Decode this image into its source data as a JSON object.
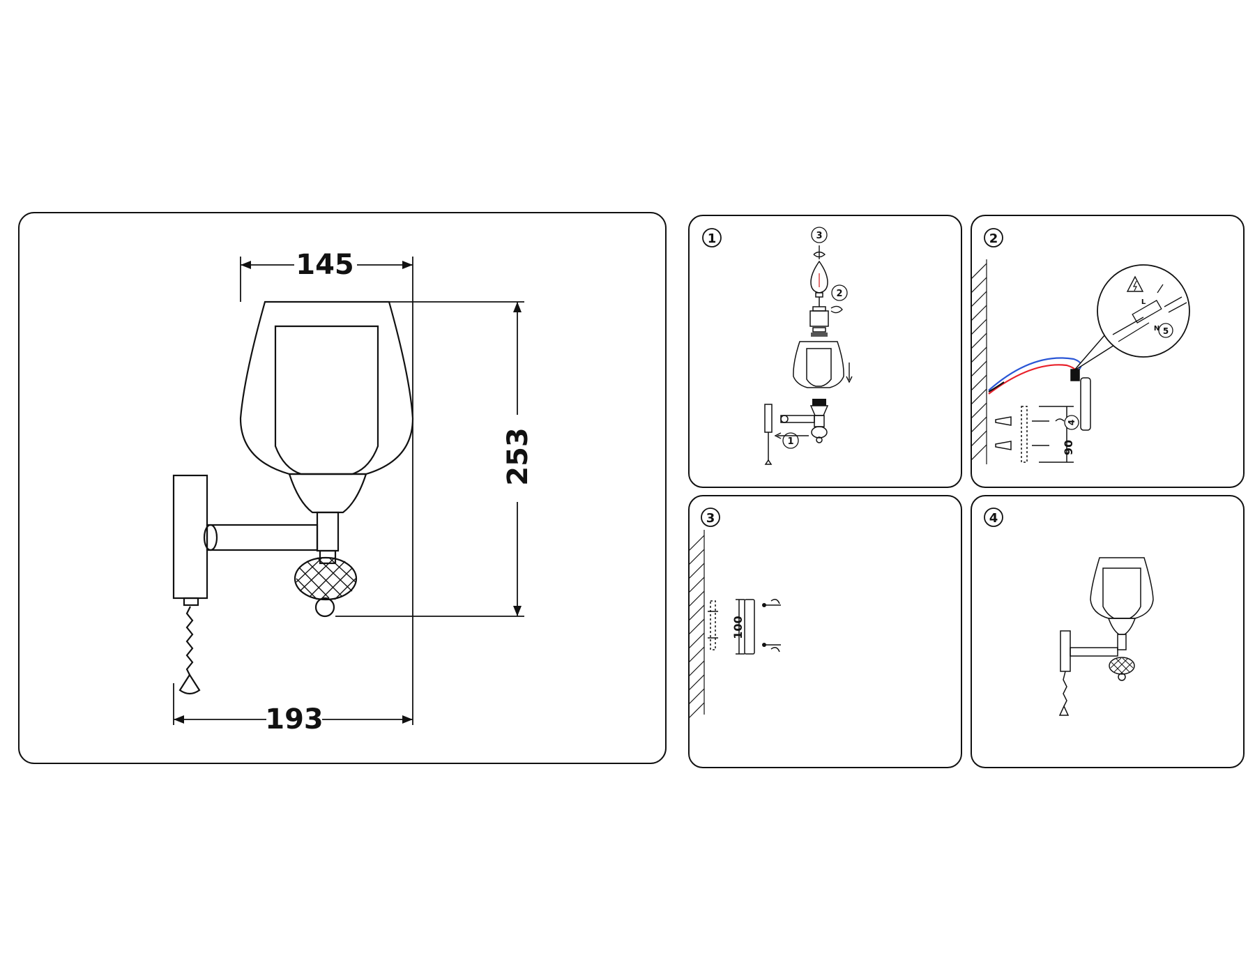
{
  "main": {
    "width_top": "145",
    "height": "253",
    "width_bottom": "193"
  },
  "panels": [
    {
      "number": "1",
      "callouts": [
        "3",
        "2",
        "1"
      ]
    },
    {
      "number": "2",
      "callouts": [
        "5",
        "4"
      ],
      "dimension": "90",
      "terminal_labels": [
        "L",
        "N"
      ]
    },
    {
      "number": "3",
      "dimension": "100"
    },
    {
      "number": "4"
    }
  ],
  "colors": {
    "wire_live": "#e8202a",
    "wire_neutral": "#2a56d6",
    "line": "#111111"
  }
}
